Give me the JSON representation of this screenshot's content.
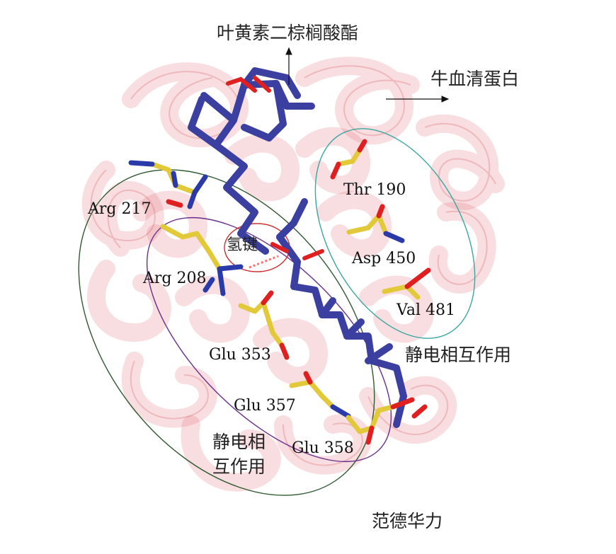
{
  "labels": {
    "ligand": "叶黄素二棕榈酸酯",
    "protein": "牛血清蛋白",
    "hbond": "氢键",
    "electrostatic_right": "静电相互作用",
    "electrostatic_left_line1": "静电相",
    "electrostatic_left_line2": "互作用",
    "vdw": "范德华力"
  },
  "residues": {
    "arg217": "Arg 217",
    "arg208": "Arg 208",
    "thr190": "Thr 190",
    "asp450": "Asp 450",
    "val481": "Val 481",
    "glu353": "Glu 353",
    "glu357": "Glu 357",
    "glu358": "Glu 358"
  },
  "colors": {
    "helix": "#e06b74",
    "ligand": "#3b3fa0",
    "residue_carbon": "#e2c93a",
    "oxygen": "#e02020",
    "nitrogen": "#2a3aa8",
    "ellipse_vdw": "#2f5a2f",
    "ellipse_inner": "#6a2f8a",
    "ellipse_right": "#3aa6a0",
    "ellipse_hbond": "#cc3030"
  }
}
